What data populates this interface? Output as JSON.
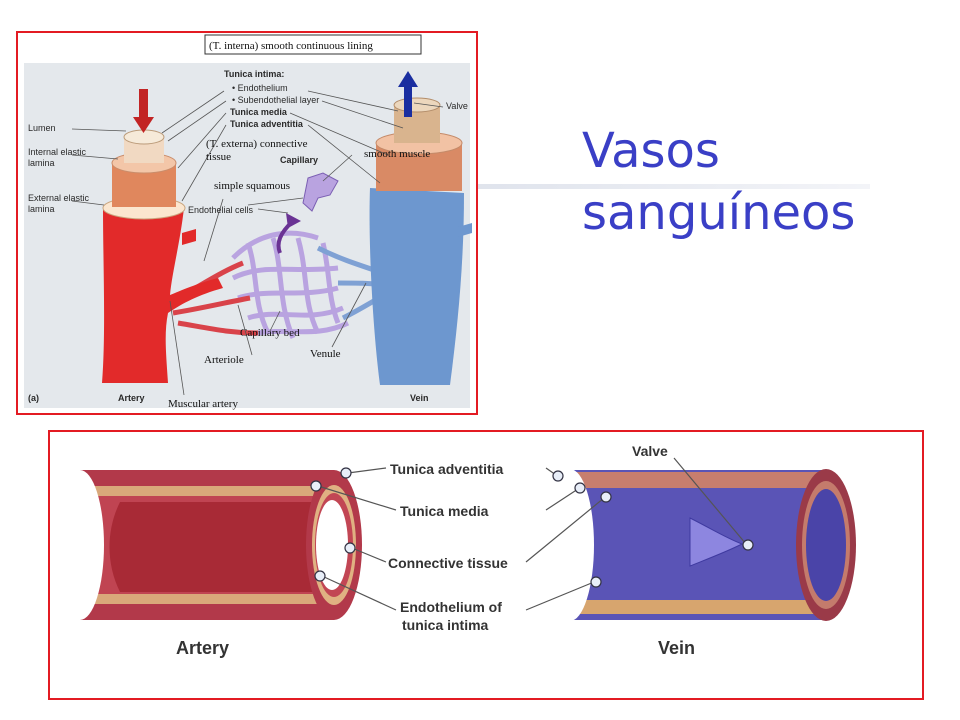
{
  "slide": {
    "title": "Vasos sanguíneos",
    "colors": {
      "title": "#3a3fc6",
      "frame": "#e31b23",
      "artery": "#e22a2a",
      "vein": "#6d97cf",
      "capillary": "#b9a3e0"
    }
  },
  "top_diagram": {
    "panel_letter": "(a)",
    "printed_labels": {
      "tunica_intima": "Tunica intima:",
      "endothelium": "• Endothelium",
      "subendothelial": "• Subendothelial layer",
      "tunica_media": "Tunica media",
      "tunica_adventitia": "Tunica adventitia",
      "capillary": "Capillary",
      "endothelial_cells": "Endothelial cells",
      "lumen": "Lumen",
      "internal_elastic_1": "Internal elastic",
      "internal_elastic_2": "lamina",
      "external_elastic_1": "External elastic",
      "external_elastic_2": "lamina",
      "valve": "Valve",
      "artery": "Artery",
      "vein": "Vein"
    },
    "handwritten_annotations": {
      "interna_lining": "(T. interna) smooth continuous lining",
      "externa_1": "(T. externa) connective",
      "externa_2": "tissue",
      "smooth_muscle": "smooth muscle",
      "simple_squamous": "simple squamous",
      "capillary_bed": "Capillary bed",
      "arteriole": "Arteriole",
      "venule": "Venule",
      "muscular_artery": "Muscular artery"
    }
  },
  "bottom_diagram": {
    "labels": {
      "tunica_adventitia": "Tunica adventitia",
      "tunica_media": "Tunica media",
      "connective_tissue": "Connective tissue",
      "endothelium_1": "Endothelium of",
      "endothelium_2": "tunica intima",
      "valve": "Valve",
      "artery": "Artery",
      "vein": "Vein"
    }
  }
}
